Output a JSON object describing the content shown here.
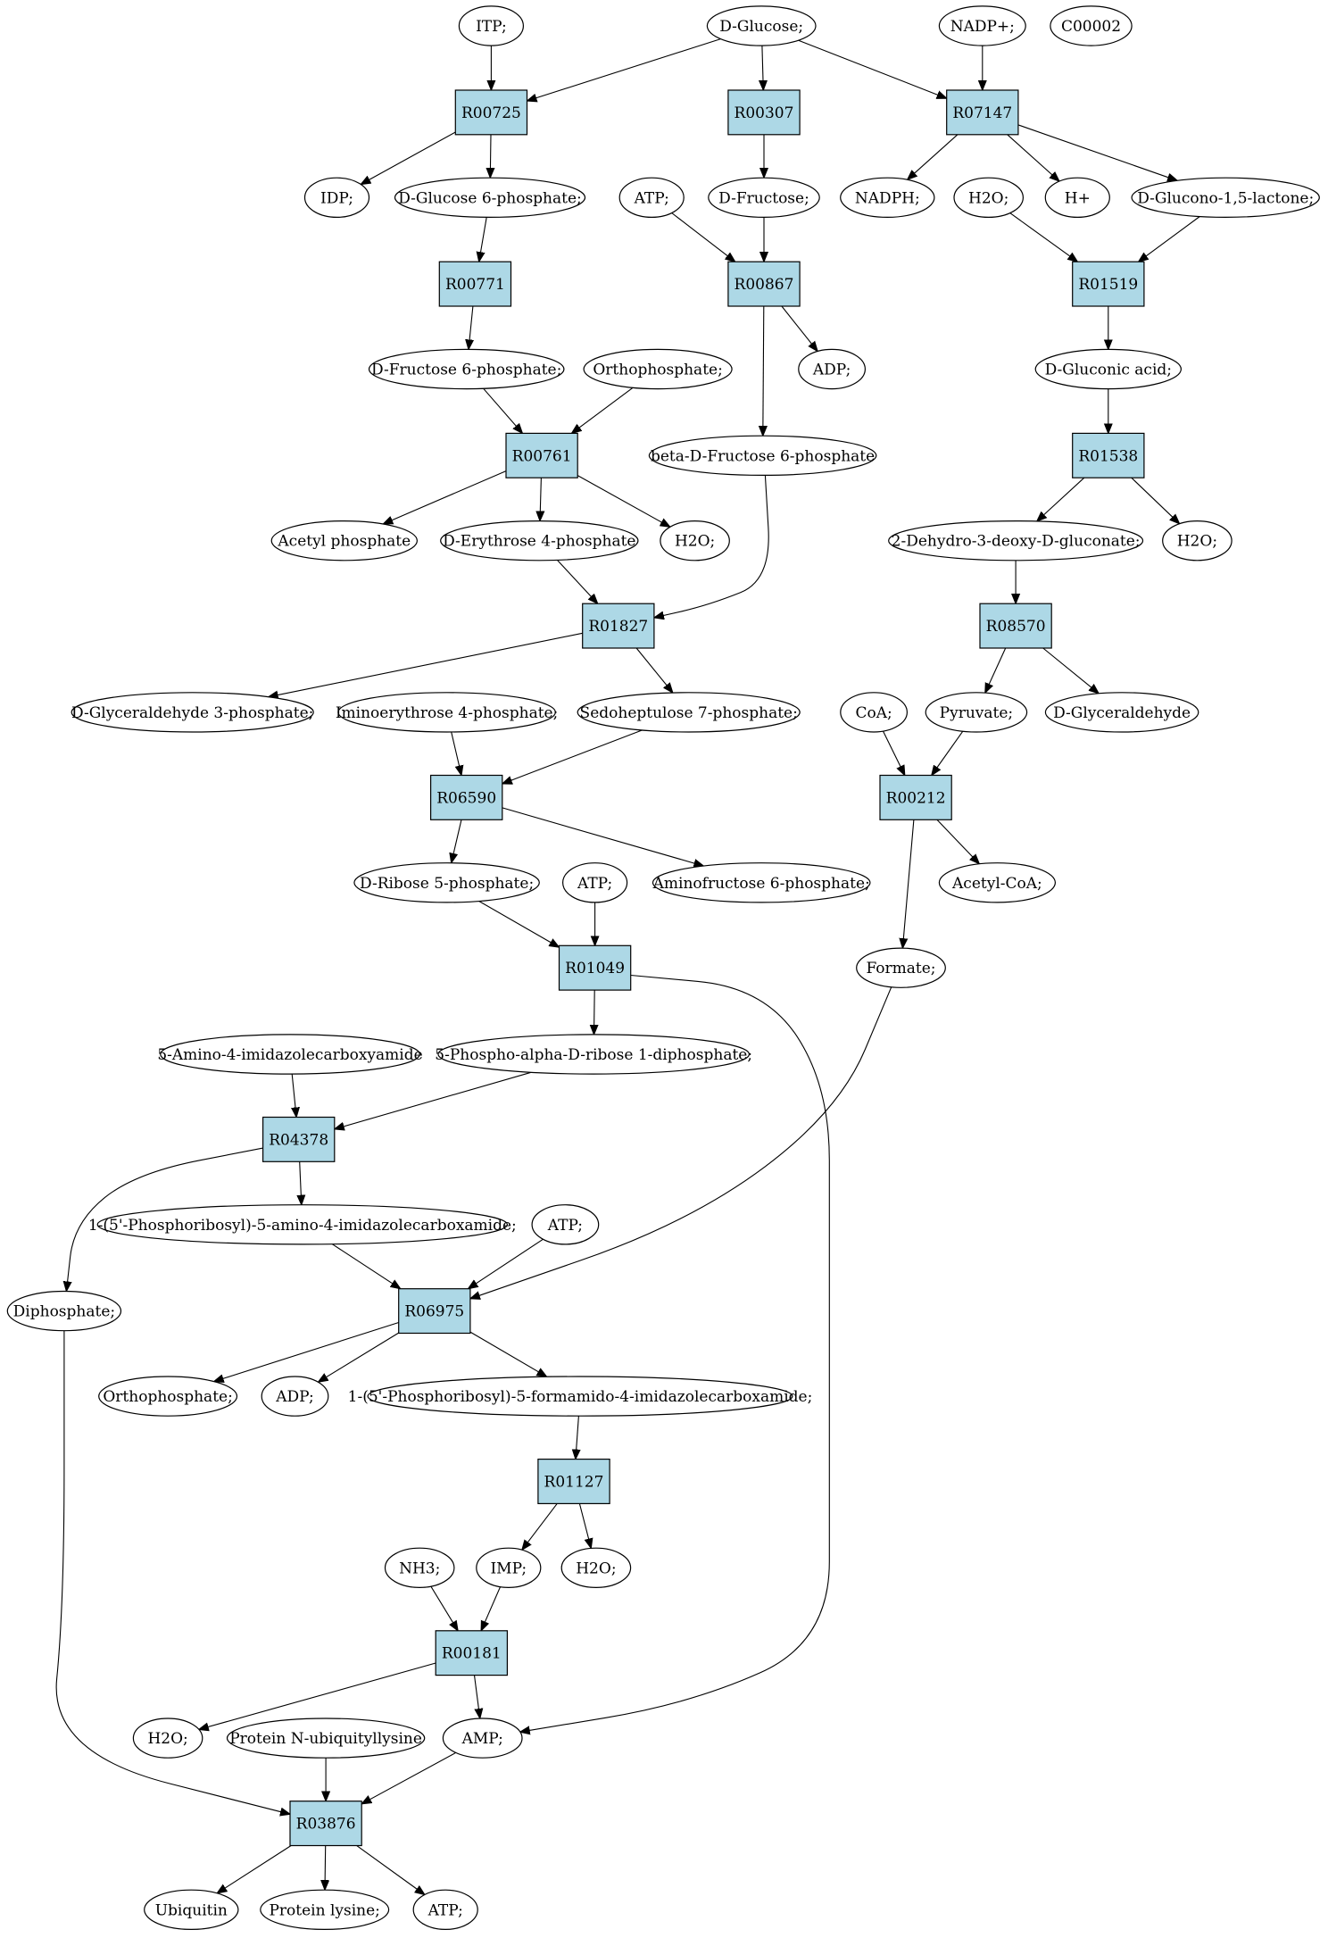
{
  "colors": {
    "reaction_fill": "#add8e6",
    "compound_fill": "#ffffff",
    "start_compound_fill": "#00ee00",
    "highlight_compound_fill": "#ffff00",
    "stroke": "#000000"
  },
  "nodes": [
    {
      "id": "itp",
      "label": "ITP;",
      "kind": "compound"
    },
    {
      "id": "dglucose",
      "label": "D-Glucose;",
      "kind": "compound",
      "fill": "#00ee00"
    },
    {
      "id": "nadp",
      "label": "NADP+;",
      "kind": "compound"
    },
    {
      "id": "c00002",
      "label": "C00002",
      "kind": "compound",
      "fill": "#ffff00"
    },
    {
      "id": "R00725",
      "label": "R00725",
      "kind": "reaction"
    },
    {
      "id": "R00307",
      "label": "R00307",
      "kind": "reaction"
    },
    {
      "id": "R07147",
      "label": "R07147",
      "kind": "reaction"
    },
    {
      "id": "idp",
      "label": "IDP;",
      "kind": "compound"
    },
    {
      "id": "dglucose6p",
      "label": "D-Glucose 6-phosphate;",
      "kind": "compound"
    },
    {
      "id": "atp1",
      "label": "ATP;",
      "kind": "compound"
    },
    {
      "id": "dfructose",
      "label": "D-Fructose;",
      "kind": "compound"
    },
    {
      "id": "nadph",
      "label": "NADPH;",
      "kind": "compound"
    },
    {
      "id": "h2o1",
      "label": "H2O;",
      "kind": "compound"
    },
    {
      "id": "hplus",
      "label": "H+",
      "kind": "compound"
    },
    {
      "id": "dglucono",
      "label": "D-Glucono-1,5-lactone;",
      "kind": "compound"
    },
    {
      "id": "R00771",
      "label": "R00771",
      "kind": "reaction"
    },
    {
      "id": "R00867",
      "label": "R00867",
      "kind": "reaction"
    },
    {
      "id": "R01519",
      "label": "R01519",
      "kind": "reaction"
    },
    {
      "id": "dfructose6p",
      "label": "D-Fructose 6-phosphate;",
      "kind": "compound"
    },
    {
      "id": "ortho1",
      "label": "Orthophosphate;",
      "kind": "compound"
    },
    {
      "id": "adp1",
      "label": "ADP;",
      "kind": "compound"
    },
    {
      "id": "dgluconic",
      "label": "D-Gluconic acid;",
      "kind": "compound"
    },
    {
      "id": "R00761",
      "label": "R00761",
      "kind": "reaction"
    },
    {
      "id": "betadf6p",
      "label": "beta-D-Fructose 6-phosphate",
      "kind": "compound"
    },
    {
      "id": "R01538",
      "label": "R01538",
      "kind": "reaction"
    },
    {
      "id": "acetylp",
      "label": "Acetyl phosphate",
      "kind": "compound"
    },
    {
      "id": "derythrose4p",
      "label": "D-Erythrose 4-phosphate",
      "kind": "compound"
    },
    {
      "id": "h2o2",
      "label": "H2O;",
      "kind": "compound"
    },
    {
      "id": "dehydro",
      "label": "2-Dehydro-3-deoxy-D-gluconate;",
      "kind": "compound"
    },
    {
      "id": "h2o3",
      "label": "H2O;",
      "kind": "compound"
    },
    {
      "id": "R01827",
      "label": "R01827",
      "kind": "reaction"
    },
    {
      "id": "R08570",
      "label": "R08570",
      "kind": "reaction"
    },
    {
      "id": "dglyc3p",
      "label": "D-Glyceraldehyde 3-phosphate;",
      "kind": "compound"
    },
    {
      "id": "iminoery",
      "label": "Iminoerythrose 4-phosphate;",
      "kind": "compound"
    },
    {
      "id": "sedo7p",
      "label": "Sedoheptulose 7-phosphate;",
      "kind": "compound"
    },
    {
      "id": "coa",
      "label": "CoA;",
      "kind": "compound"
    },
    {
      "id": "pyruvate",
      "label": "Pyruvate;",
      "kind": "compound"
    },
    {
      "id": "dglyceraldehyde",
      "label": "D-Glyceraldehyde",
      "kind": "compound"
    },
    {
      "id": "R06590",
      "label": "R06590",
      "kind": "reaction"
    },
    {
      "id": "R00212",
      "label": "R00212",
      "kind": "reaction"
    },
    {
      "id": "dribose5p",
      "label": "D-Ribose 5-phosphate;",
      "kind": "compound"
    },
    {
      "id": "atp2",
      "label": "ATP;",
      "kind": "compound"
    },
    {
      "id": "aminofructose",
      "label": "Aminofructose 6-phosphate;",
      "kind": "compound"
    },
    {
      "id": "acetylcoa",
      "label": "Acetyl-CoA;",
      "kind": "compound"
    },
    {
      "id": "R01049",
      "label": "R01049",
      "kind": "reaction"
    },
    {
      "id": "formate",
      "label": "Formate;",
      "kind": "compound"
    },
    {
      "id": "aica",
      "label": "5-Amino-4-imidazolecarboxyamide",
      "kind": "compound"
    },
    {
      "id": "prpp",
      "label": "5-Phospho-alpha-D-ribose 1-diphosphate;",
      "kind": "compound"
    },
    {
      "id": "R04378",
      "label": "R04378",
      "kind": "reaction"
    },
    {
      "id": "aicar",
      "label": "1-(5'-Phosphoribosyl)-5-amino-4-imidazolecarboxamide;",
      "kind": "compound"
    },
    {
      "id": "atp3",
      "label": "ATP;",
      "kind": "compound"
    },
    {
      "id": "diphosphate",
      "label": "Diphosphate;",
      "kind": "compound"
    },
    {
      "id": "R06975",
      "label": "R06975",
      "kind": "reaction"
    },
    {
      "id": "ortho2",
      "label": "Orthophosphate;",
      "kind": "compound"
    },
    {
      "id": "adp2",
      "label": "ADP;",
      "kind": "compound"
    },
    {
      "id": "faicar",
      "label": "1-(5'-Phosphoribosyl)-5-formamido-4-imidazolecarboxamide;",
      "kind": "compound"
    },
    {
      "id": "R01127",
      "label": "R01127",
      "kind": "reaction"
    },
    {
      "id": "nh3",
      "label": "NH3;",
      "kind": "compound"
    },
    {
      "id": "imp",
      "label": "IMP;",
      "kind": "compound"
    },
    {
      "id": "h2o4",
      "label": "H2O;",
      "kind": "compound"
    },
    {
      "id": "R00181",
      "label": "R00181",
      "kind": "reaction"
    },
    {
      "id": "h2o5",
      "label": "H2O;",
      "kind": "compound"
    },
    {
      "id": "proteinub",
      "label": "Protein N-ubiquityllysine",
      "kind": "compound"
    },
    {
      "id": "amp",
      "label": "AMP;",
      "kind": "compound"
    },
    {
      "id": "R03876",
      "label": "R03876",
      "kind": "reaction"
    },
    {
      "id": "ubiquitin",
      "label": "Ubiquitin",
      "kind": "compound"
    },
    {
      "id": "proteinlysine",
      "label": "Protein lysine;",
      "kind": "compound"
    },
    {
      "id": "atp4",
      "label": "ATP;",
      "kind": "compound"
    }
  ],
  "edges": [
    {
      "from": "itp",
      "to": "R00725"
    },
    {
      "from": "dglucose",
      "to": "R00725"
    },
    {
      "from": "dglucose",
      "to": "R00307"
    },
    {
      "from": "dglucose",
      "to": "R07147"
    },
    {
      "from": "nadp",
      "to": "R07147"
    },
    {
      "from": "R00725",
      "to": "idp"
    },
    {
      "from": "R00725",
      "to": "dglucose6p"
    },
    {
      "from": "R00307",
      "to": "dfructose"
    },
    {
      "from": "R07147",
      "to": "nadph"
    },
    {
      "from": "R07147",
      "to": "hplus"
    },
    {
      "from": "R07147",
      "to": "dglucono"
    },
    {
      "from": "dglucose6p",
      "to": "R00771"
    },
    {
      "from": "atp1",
      "to": "R00867"
    },
    {
      "from": "dfructose",
      "to": "R00867"
    },
    {
      "from": "h2o1",
      "to": "R01519"
    },
    {
      "from": "dglucono",
      "to": "R01519"
    },
    {
      "from": "R00771",
      "to": "dfructose6p"
    },
    {
      "from": "R00867",
      "to": "adp1"
    },
    {
      "from": "R00867",
      "to": "betadf6p"
    },
    {
      "from": "R01519",
      "to": "dgluconic"
    },
    {
      "from": "dfructose6p",
      "to": "R00761"
    },
    {
      "from": "ortho1",
      "to": "R00761"
    },
    {
      "from": "dgluconic",
      "to": "R01538"
    },
    {
      "from": "R00761",
      "to": "acetylp"
    },
    {
      "from": "R00761",
      "to": "derythrose4p"
    },
    {
      "from": "R00761",
      "to": "h2o2"
    },
    {
      "from": "R01538",
      "to": "dehydro"
    },
    {
      "from": "R01538",
      "to": "h2o3"
    },
    {
      "from": "derythrose4p",
      "to": "R01827"
    },
    {
      "from": "betadf6p",
      "to": "R01827"
    },
    {
      "from": "dehydro",
      "to": "R08570"
    },
    {
      "from": "R01827",
      "to": "dglyc3p"
    },
    {
      "from": "R01827",
      "to": "sedo7p"
    },
    {
      "from": "R08570",
      "to": "pyruvate"
    },
    {
      "from": "R08570",
      "to": "dglyceraldehyde"
    },
    {
      "from": "iminoery",
      "to": "R06590"
    },
    {
      "from": "sedo7p",
      "to": "R06590"
    },
    {
      "from": "coa",
      "to": "R00212"
    },
    {
      "from": "pyruvate",
      "to": "R00212"
    },
    {
      "from": "R06590",
      "to": "dribose5p"
    },
    {
      "from": "R06590",
      "to": "aminofructose"
    },
    {
      "from": "R00212",
      "to": "acetylcoa"
    },
    {
      "from": "R00212",
      "to": "formate"
    },
    {
      "from": "dribose5p",
      "to": "R01049"
    },
    {
      "from": "atp2",
      "to": "R01049"
    },
    {
      "from": "R01049",
      "to": "prpp"
    },
    {
      "from": "R01049",
      "to": "amp"
    },
    {
      "from": "aica",
      "to": "R04378"
    },
    {
      "from": "prpp",
      "to": "R04378"
    },
    {
      "from": "R04378",
      "to": "aicar"
    },
    {
      "from": "R04378",
      "to": "diphosphate"
    },
    {
      "from": "aicar",
      "to": "R06975"
    },
    {
      "from": "atp3",
      "to": "R06975"
    },
    {
      "from": "formate",
      "to": "R06975"
    },
    {
      "from": "R06975",
      "to": "ortho2"
    },
    {
      "from": "R06975",
      "to": "adp2"
    },
    {
      "from": "R06975",
      "to": "faicar"
    },
    {
      "from": "faicar",
      "to": "R01127"
    },
    {
      "from": "R01127",
      "to": "imp"
    },
    {
      "from": "R01127",
      "to": "h2o4"
    },
    {
      "from": "nh3",
      "to": "R00181"
    },
    {
      "from": "imp",
      "to": "R00181"
    },
    {
      "from": "R00181",
      "to": "h2o5"
    },
    {
      "from": "R00181",
      "to": "amp"
    },
    {
      "from": "proteinub",
      "to": "R03876"
    },
    {
      "from": "amp",
      "to": "R03876"
    },
    {
      "from": "diphosphate",
      "to": "R03876"
    },
    {
      "from": "R03876",
      "to": "ubiquitin"
    },
    {
      "from": "R03876",
      "to": "proteinlysine"
    },
    {
      "from": "R03876",
      "to": "atp4"
    }
  ]
}
